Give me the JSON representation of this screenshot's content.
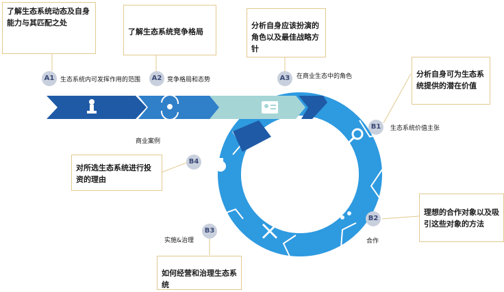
{
  "boxes": {
    "a1": "了解生态系统动态及自身能力与其匹配之处",
    "a2": "了解生态系统竞争格局",
    "a3": "分析自身应该扮演的角色以及最佳战略方针",
    "b1": "分析自身可为生态系统提供的潜在价值",
    "b2": "理想的合作对象以及吸引这些对象的方法",
    "b3": "如何经营和治理生态系统",
    "b4": "对所选生态系统进行投资的理由"
  },
  "badges": {
    "a1": "A1",
    "a2": "A2",
    "a3": "A3",
    "b1": "B1",
    "b2": "B2",
    "b3": "B3",
    "b4": "B4"
  },
  "labels": {
    "a1": "生态系统内可发挥作用的范围",
    "a2": "竞争格局和态势",
    "a3": "在商业生态中的角色",
    "b1": "生态系统价值主张",
    "b2": "合作",
    "b3": "实施&治理",
    "b4": "商业案例"
  },
  "icons": [
    "chess-pawn-icon",
    "cycle-people-icon",
    "id-card-icon",
    "magnifier-icon",
    "network-icon",
    "tools-icon",
    "money-bag-icon"
  ],
  "colors": {
    "dark_blue": "#1f5aa6",
    "mid_blue": "#2f7fc9",
    "light_blue": "#2e9ae0",
    "teal": "#a6d5d6",
    "badge": "#c9d0dd",
    "box_border": "#e2c98e"
  }
}
